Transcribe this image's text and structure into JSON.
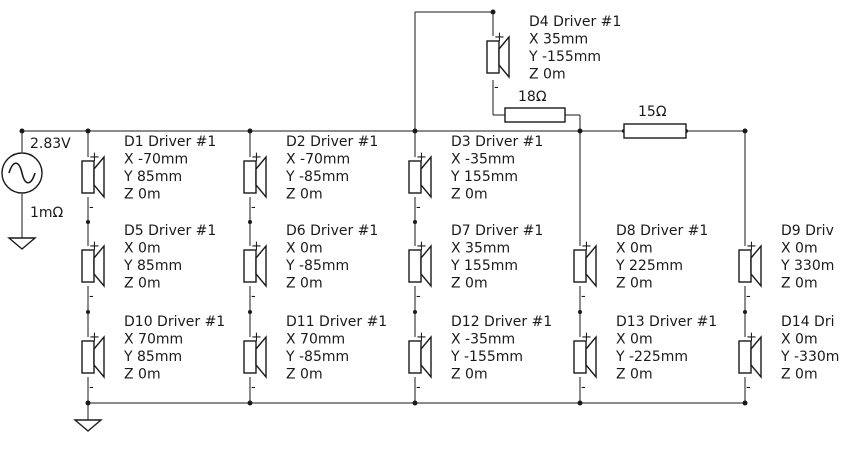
{
  "source": {
    "voltage": "2.83V",
    "resistance": "1mΩ"
  },
  "resistors": [
    {
      "value": "18Ω"
    },
    {
      "value": "15Ω"
    }
  ],
  "drivers": [
    {
      "id": "D1",
      "name": "D1 Driver #1",
      "x": "X -70mm",
      "y": "Y 85mm",
      "z": "Z 0m"
    },
    {
      "id": "D2",
      "name": "D2 Driver #1",
      "x": "X -70mm",
      "y": "Y -85mm",
      "z": "Z 0m"
    },
    {
      "id": "D3",
      "name": "D3 Driver #1",
      "x": "X -35mm",
      "y": "Y 155mm",
      "z": "Z 0m"
    },
    {
      "id": "D4",
      "name": "D4 Driver #1",
      "x": "X 35mm",
      "y": "Y -155mm",
      "z": "Z 0m"
    },
    {
      "id": "D5",
      "name": "D5 Driver #1",
      "x": "X 0m",
      "y": "Y 85mm",
      "z": "Z 0m"
    },
    {
      "id": "D6",
      "name": "D6 Driver #1",
      "x": "X 0m",
      "y": "Y -85mm",
      "z": "Z 0m"
    },
    {
      "id": "D7",
      "name": "D7 Driver #1",
      "x": "X 35mm",
      "y": "Y 155mm",
      "z": "Z 0m"
    },
    {
      "id": "D8",
      "name": "D8 Driver #1",
      "x": "X 0m",
      "y": "Y 225mm",
      "z": "Z 0m"
    },
    {
      "id": "D9",
      "name": "D9 Driv",
      "x": "X 0m",
      "y": "Y 330m",
      "z": "Z 0m"
    },
    {
      "id": "D10",
      "name": "D10 Driver #1",
      "x": "X 70mm",
      "y": "Y 85mm",
      "z": "Z 0m"
    },
    {
      "id": "D11",
      "name": "D11 Driver #1",
      "x": "X 70mm",
      "y": "Y -85mm",
      "z": "Z 0m"
    },
    {
      "id": "D12",
      "name": "D12 Driver #1",
      "x": "X -35mm",
      "y": "Y -155mm",
      "z": "Z 0m"
    },
    {
      "id": "D13",
      "name": "D13 Driver #1",
      "x": "X 0m",
      "y": "Y -225mm",
      "z": "Z 0m"
    },
    {
      "id": "D14",
      "name": "D14 Dri",
      "x": "X 0m",
      "y": "Y -330m",
      "z": "Z 0m"
    }
  ]
}
